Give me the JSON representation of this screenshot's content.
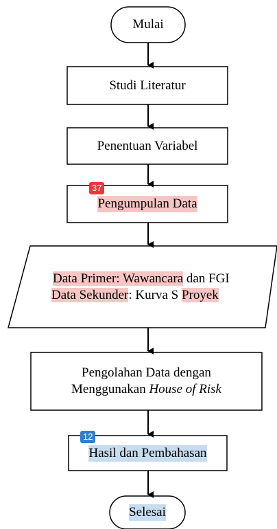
{
  "nodes": {
    "start": "Mulai",
    "literature": "Studi Literatur",
    "variables": "Penentuan Variabel",
    "collection": "Pengumpulan Data",
    "data_primary_label": "Data Primer: Wawancara",
    "data_primary_rest": " dan FGI",
    "data_secondary_label": "Data Sekunder",
    "data_secondary_mid": ": Kurva S ",
    "data_secondary_tail": "Proyek",
    "processing_line1": "Pengolahan Data dengan",
    "processing_line2_plain": "Menggunakan ",
    "processing_line2_italic": "House of Risk",
    "results": "Hasil dan Pembahasan",
    "end": "Selesai"
  },
  "badges": {
    "collection": "37",
    "results": "12"
  },
  "colors": {
    "highlight_red": "#f7c6c4",
    "highlight_blue": "#c7dcef",
    "badge_red": "#e8383b",
    "badge_blue": "#2f7fd0"
  }
}
